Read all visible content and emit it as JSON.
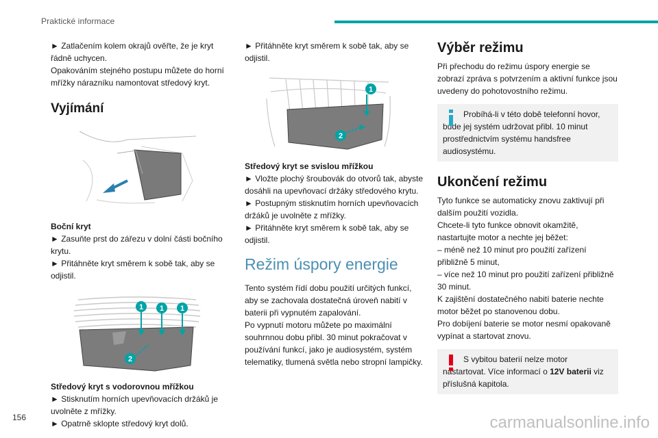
{
  "header": {
    "section": "Praktické informace",
    "accent": "#00a3a6"
  },
  "page_number": "156",
  "watermark": "carmanualsonline.info",
  "col1": {
    "intro": "► Zatlačením kolem okrajů ověřte, že je kryt řádně uchycen.",
    "intro2": "Opakováním stejného postupu můžete do horní mřížky nárazníku namontovat středový kryt.",
    "removal_title": "Vyjímání",
    "side_cover_title": "Boční kryt",
    "side_steps": [
      "► Zasuňte prst do zářezu v dolní části bočního krytu.",
      "► Přitáhněte kryt směrem k sobě tak, aby se odjistil."
    ],
    "horiz_title": "Středový kryt s vodorovnou mřížkou",
    "horiz_steps": [
      "► Stisknutím horních upevňovacích držáků je uvolněte z mřížky.",
      "► Opatrně sklopte středový kryt dolů."
    ],
    "fig2_labels": [
      "1",
      "1",
      "1",
      "2"
    ]
  },
  "col2": {
    "step_top": "► Přitáhněte kryt směrem k sobě tak, aby se odjistil.",
    "fig3_labels": [
      "1",
      "2"
    ],
    "vert_title": "Středový kryt se svislou mřížkou",
    "vert_steps": [
      "► Vložte plochý šroubovák do otvorů tak, abyste dosáhli na upevňovací držáky středového krytu.",
      "► Postupným stisknutím horních upevňovacích držáků je uvolněte z mřížky.",
      "► Přitáhněte kryt směrem k sobě tak, aby se odjistil."
    ],
    "energy_title": "Režim úspory energie",
    "energy_text1": "Tento systém řídí dobu použití určitých funkcí, aby se zachovala dostatečná úroveň nabití v baterii při vypnutém zapalování.",
    "energy_text2": "Po vypnutí motoru můžete po maximální souhrnnou dobu přibl. 30 minut pokračovat v používání funkcí, jako je audiosystém, systém telematiky, tlumená světla nebo stropní lampičky."
  },
  "col3": {
    "select_title": "Výběr režimu",
    "select_text": "Při přechodu do režimu úspory energie se zobrazí zpráva s potvrzením a aktivní funkce jsou uvedeny do pohotovostního režimu.",
    "info_note": "Probíhá-li v této době telefonní hovor, bude jej systém udržovat přibl. 10 minut prostřednictvím systému handsfree audiosystému.",
    "end_title": "Ukončení režimu",
    "end_lines": [
      "Tyto funkce se automaticky znovu zaktivují při dalším použití vozidla.",
      "Chcete-li tyto funkce obnovit okamžitě, nastartujte motor a nechte jej běžet:",
      "– méně než 10 minut pro použití zařízení přibližně 5 minut,",
      "– více než 10 minut pro použití zařízení přibližně 30 minut.",
      "K zajištění dostatečného nabití baterie nechte motor běžet po stanovenou dobu.",
      "Pro dobíjení baterie se motor nesmí opakovaně vypínat a startovat znovu."
    ],
    "warn_note_a": "S vybitou baterií nelze motor nastartovat. Více informací o ",
    "warn_note_bold": "12V baterii",
    "warn_note_b": " viz příslušná kapitola."
  },
  "colors": {
    "info_icon": "#2aa7c9",
    "warning_icon": "#e2001a",
    "callout": "#00a3a6",
    "title_light": "#4b8fb3"
  }
}
